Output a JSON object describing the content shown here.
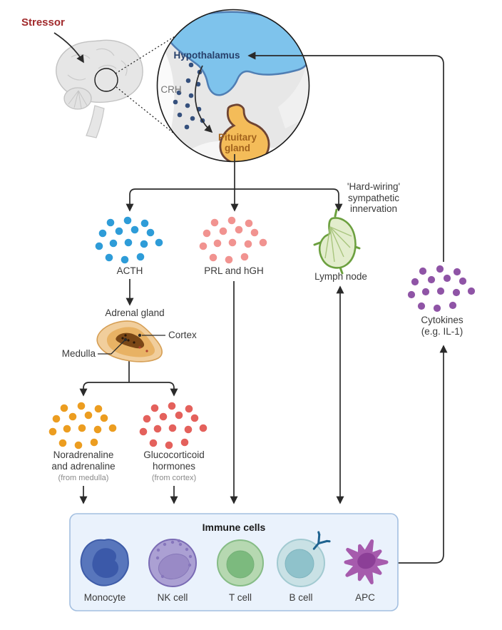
{
  "diagram": {
    "stressor_label": "Stressor",
    "inset": {
      "hypothalamus": "Hypothalamus",
      "crh": "CRH",
      "pituitary_line1": "Pituitary",
      "pituitary_line2": "gland"
    },
    "hormones": {
      "acth": "ACTH",
      "prl": "PRL and hGH",
      "lymph_node": "Lymph node",
      "hardwiring_line1": "'Hard-wiring'",
      "hardwiring_line2": "sympathetic",
      "hardwiring_line3": "innervation",
      "adrenal_gland": "Adrenal gland",
      "cortex": "Cortex",
      "medulla": "Medulla",
      "noradrenaline_line1": "Noradrenaline",
      "noradrenaline_line2": "and adrenaline",
      "noradrenaline_line3": "(from medulla)",
      "glucocorticoid_line1": "Glucocorticoid",
      "glucocorticoid_line2": "hormones",
      "glucocorticoid_line3": "(from cortex)",
      "cytokines_line1": "Cytokines",
      "cytokines_line2": "(e.g. IL-1)"
    },
    "immune_box": {
      "title": "Immune cells",
      "cells": [
        {
          "label": "Monocyte"
        },
        {
          "label": "NK cell"
        },
        {
          "label": "T cell"
        },
        {
          "label": "B cell"
        },
        {
          "label": "APC"
        }
      ]
    },
    "colors": {
      "stressor_text": "#A12A2C",
      "hypothalamus_fill": "#7EC3EC",
      "hypothalamus_stroke": "#4F7EB4",
      "hypothalamus_text": "#27406B",
      "pituitary_fill": "#F4BC59",
      "pituitary_stroke": "#6E4433",
      "pituitary_text": "#A2621C",
      "crh_dot": "#35507D",
      "crh_text": "#757575",
      "acth_dot": "#2E9CD8",
      "prl_dot": "#F19390",
      "lymph_fill": "#E3EDCD",
      "lymph_stroke": "#6CA03F",
      "adrenal_outer": "#F1CE9C",
      "adrenal_mid": "#E8B264",
      "adrenal_core": "#7A4716",
      "noradrenaline_dot": "#EC9D20",
      "glucocorticoid_dot": "#E4615C",
      "cytokine_dot": "#8F54A6",
      "box_fill": "#EAF2FC",
      "box_stroke": "#A3BFE0",
      "monocyte_body": "#5876BC",
      "monocyte_nucleus": "#3B59A9",
      "nk_body": "#ABA0D3",
      "nk_nucleus": "#998AC6",
      "t_body": "#B6D8B1",
      "t_nucleus": "#7CBA7E",
      "b_body": "#C9E1E5",
      "b_nucleus": "#8FC2CB",
      "antibody": "#1F6390",
      "apc_body": "#A65BAD",
      "apc_nucleus": "#8C3F97",
      "arrow": "#2A2A2A",
      "label_text": "#3A3A3A",
      "sublabel_text": "#8A8A8A"
    }
  }
}
